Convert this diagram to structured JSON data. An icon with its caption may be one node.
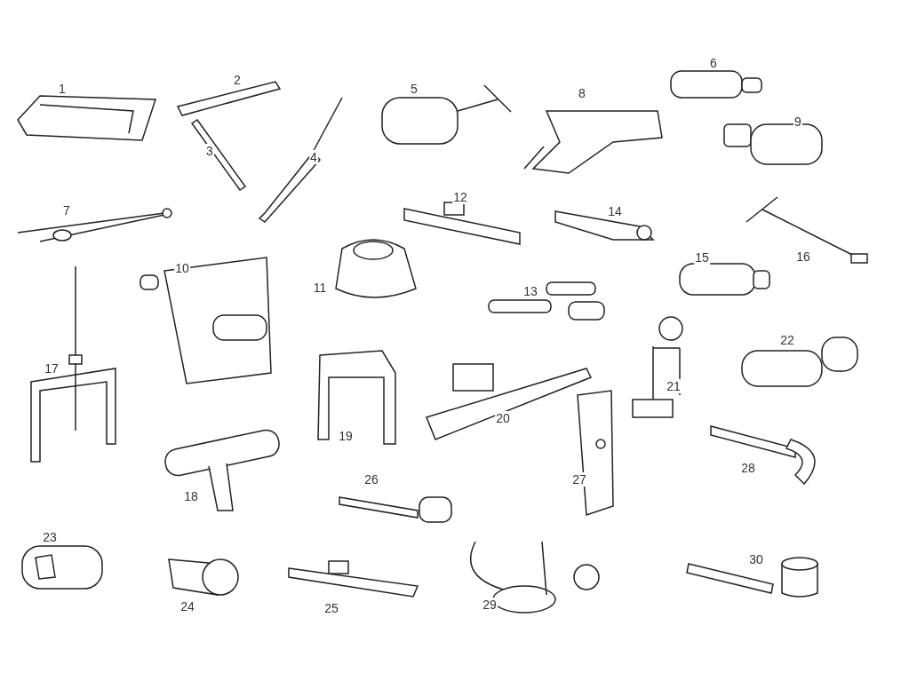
{
  "diagram": {
    "labels": [
      "1",
      "2",
      "3",
      "4",
      "5",
      "6",
      "7",
      "8",
      "9",
      "10",
      "11",
      "12",
      "13",
      "14",
      "15",
      "16",
      "17",
      "18",
      "19",
      "20",
      "21",
      "22",
      "23",
      "24",
      "25",
      "26",
      "27",
      "28",
      "29",
      "30"
    ]
  }
}
